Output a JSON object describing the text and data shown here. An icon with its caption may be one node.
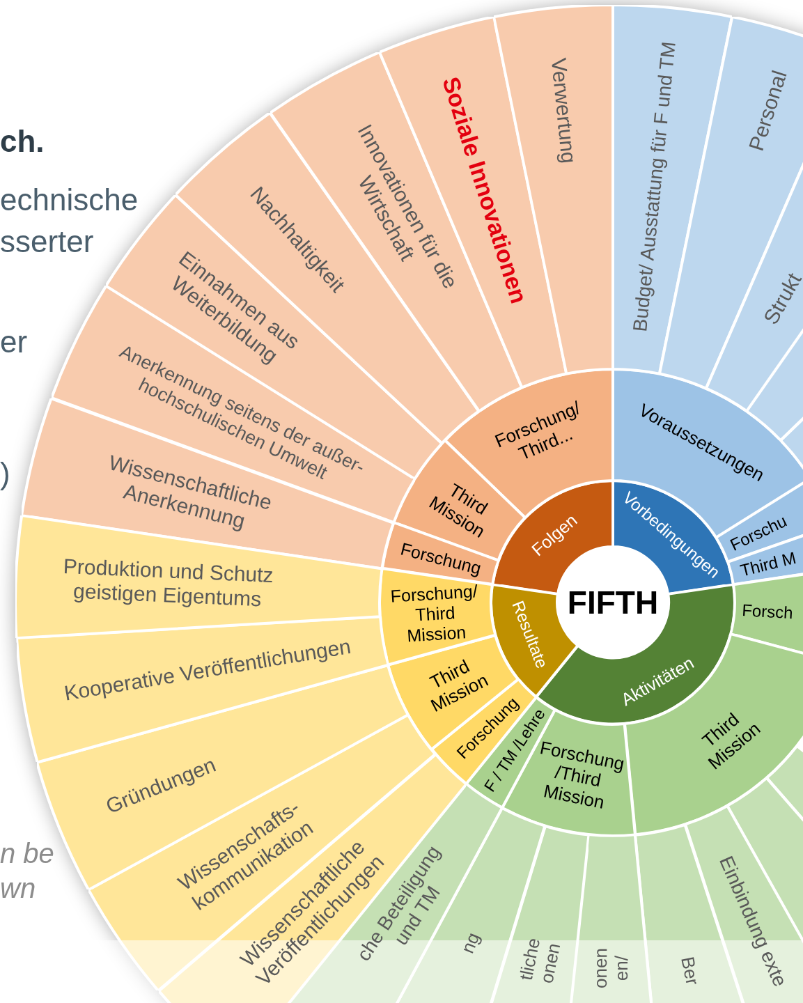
{
  "diagram": {
    "nodes": [
      {
        "text": [
          "FIFTH"
        ]
      },
      {
        "text": [
          "Folgen"
        ]
      },
      {
        "text": [
          "Vorbedingungen"
        ]
      },
      {
        "text": [
          "Aktivitäten"
        ]
      },
      {
        "text": [
          "Resultate"
        ]
      },
      {
        "text": [
          "Forschung/ Third..."
        ]
      },
      {
        "text": [
          "Third Mission"
        ]
      },
      {
        "text": [
          "Forschung"
        ]
      },
      {
        "text": [
          "Voraussetzungen"
        ]
      },
      {
        "text": [
          "Forschu"
        ]
      },
      {
        "text": [
          "Third M"
        ]
      },
      {
        "text": [
          "Forsch"
        ]
      },
      {
        "text": [
          "Third Mission"
        ]
      },
      {
        "text": [
          "Forschung /Third Mission"
        ]
      },
      {
        "text": [
          "F / TM /Lehre"
        ]
      },
      {
        "text": [
          "Forschung"
        ]
      },
      {
        "text": [
          "Third Mission"
        ]
      },
      {
        "text": [
          "Forschung/ Third Mission"
        ]
      },
      {
        "text": [
          "Wissenschaftliche Anerkennung"
        ]
      },
      {
        "text": [
          "Anerkennung seitens der außer- hochschulischen Umwelt"
        ]
      },
      {
        "text": [
          "Einnahmen aus Weiterbildung"
        ]
      },
      {
        "text": [
          "Nachhaltigkeit"
        ]
      },
      {
        "text": [
          "Innovationen für die Wirtschaft"
        ]
      },
      {
        "text": [
          "Soziale Innovationen"
        ]
      },
      {
        "text": [
          "Verwertung"
        ]
      },
      {
        "text": [
          "Budget/ Ausstattung für F und TM"
        ]
      },
      {
        "text": [
          "Personal"
        ]
      },
      {
        "text": [
          "Strukt"
        ]
      },
      {
        "text": [],
        "shape": "wedge"
      },
      {
        "text": [],
        "shape": "wedge"
      },
      {
        "text": [],
        "shape": "wedge"
      },
      {
        "text": [],
        "shape": "wedge"
      },
      {
        "text": [
          "Einbindung exte"
        ]
      },
      {
        "text": [
          "Ber"
        ]
      },
      {
        "text": [
          "onen en/"
        ]
      },
      {
        "text": [
          "tliche onen"
        ]
      },
      {
        "text": [
          "ng"
        ]
      },
      {
        "text": [
          "che Beteiligung und TM"
        ]
      },
      {
        "text": [
          "Wissenschaftliche Veröffentlichungen"
        ]
      },
      {
        "text": [
          "Wissenschafts- kommunikation"
        ]
      },
      {
        "text": [
          "Gründungen"
        ]
      },
      {
        "text": [
          "Kooperative Veröffentlichungen"
        ]
      },
      {
        "text": [
          "Produktion und Schutz geistigen Eigentums"
        ]
      }
    ],
    "labels": [
      "ch.",
      "echnische",
      "sserter",
      "er",
      ")",
      "n be",
      "wn"
    ]
  }
}
